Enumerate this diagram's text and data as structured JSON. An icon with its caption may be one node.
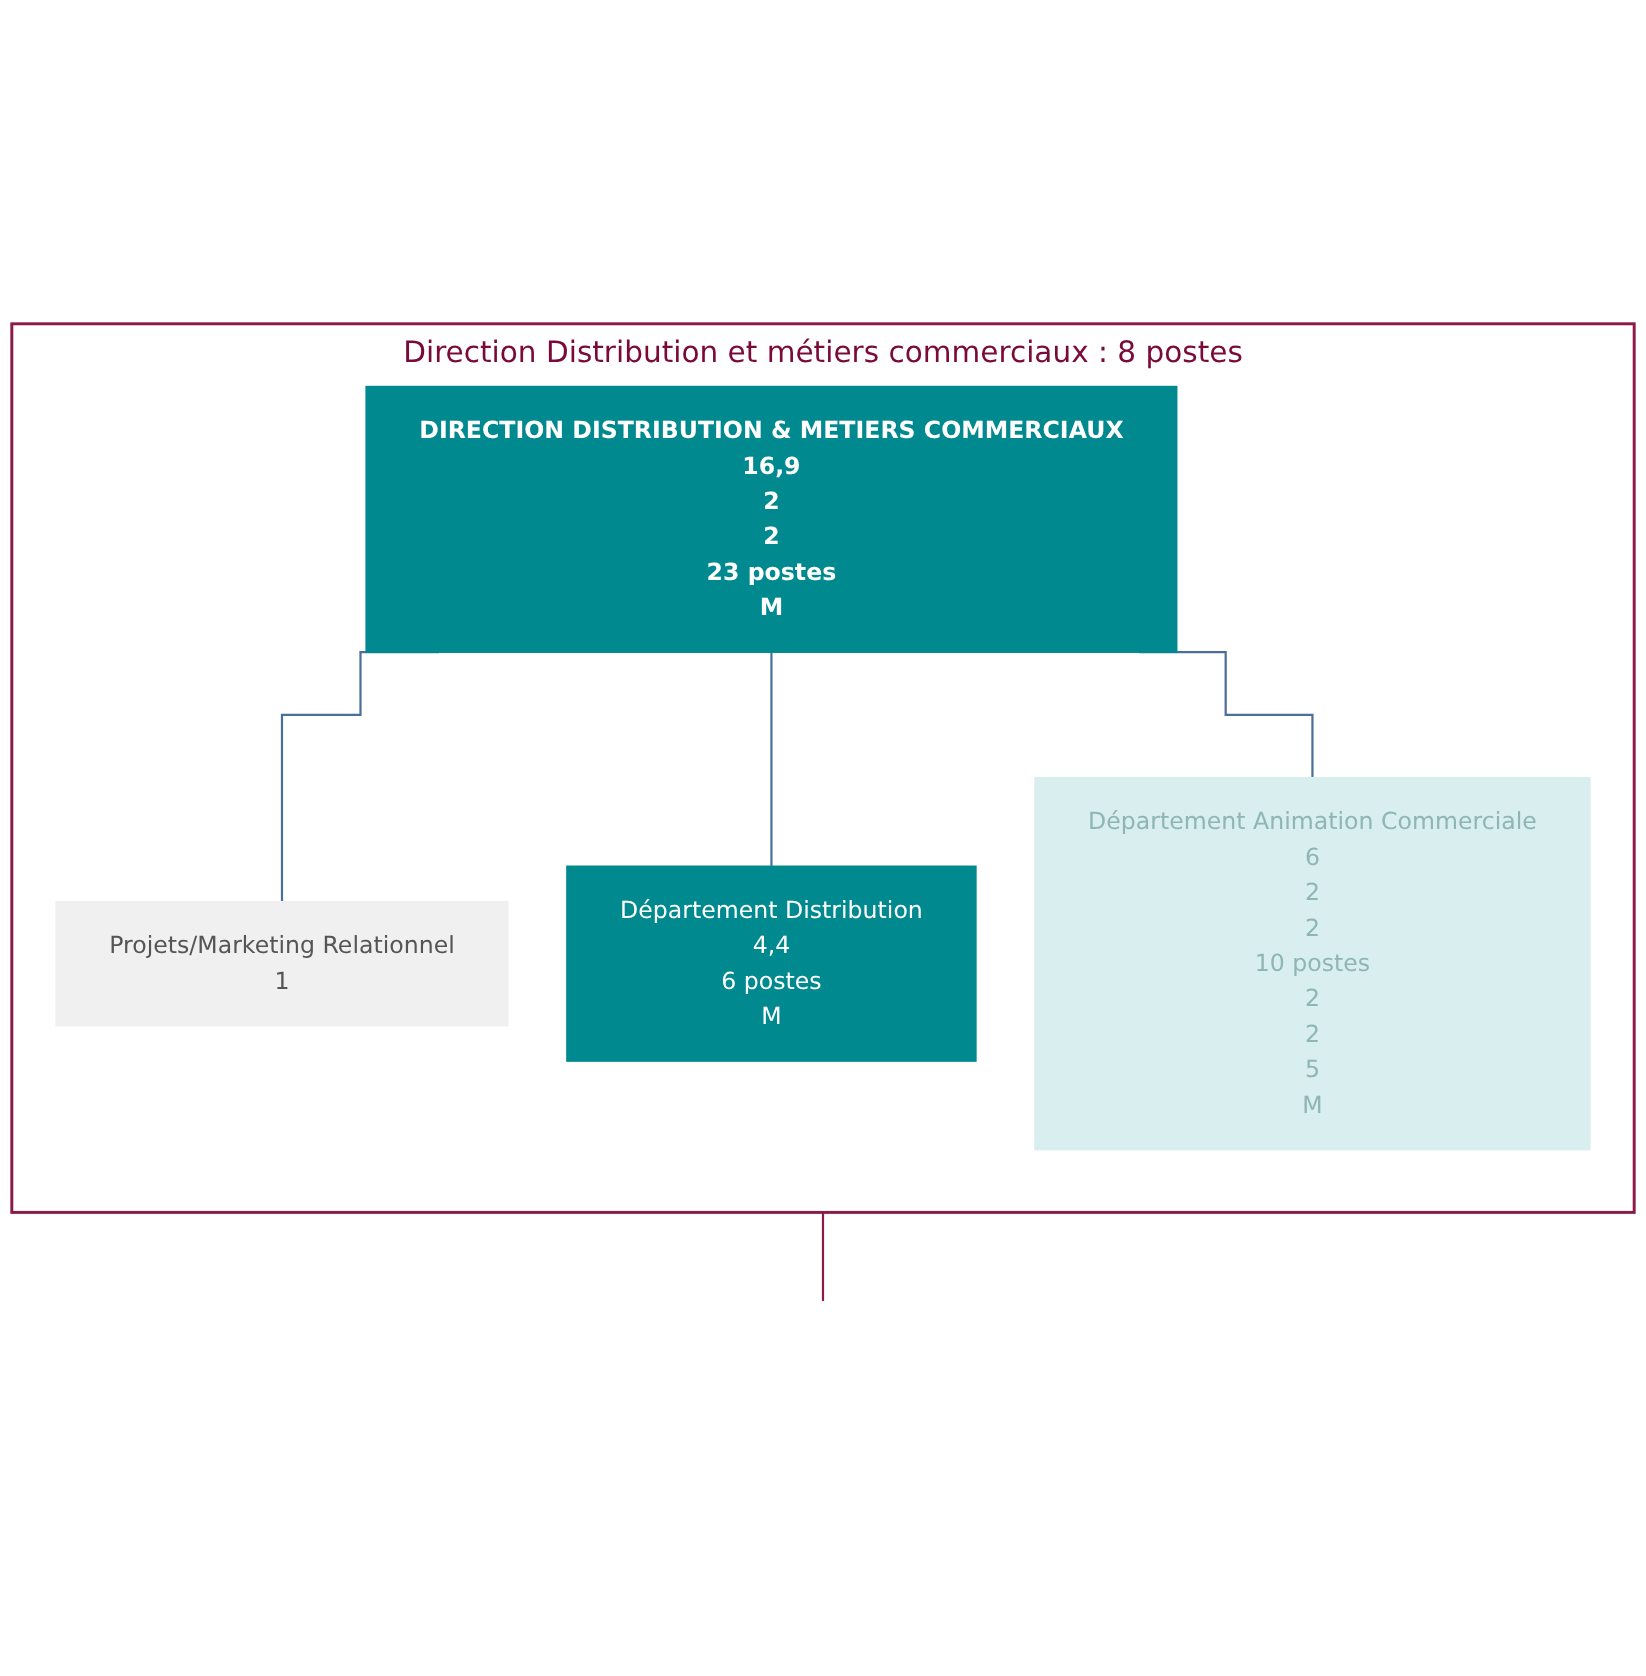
{
  "diagram": {
    "nodes": [
      {
        "text": [
          "Direction Distribution et métiers commerciaux : 8 postes"
        ]
      },
      {
        "text": [
          "DIRECTION DISTRIBUTION & METIERS COMMERCIAUX",
          "16,9",
          "2",
          "2",
          "23 postes",
          "M"
        ],
        "in": 0
      },
      {
        "text": [
          "Projets/Marketing Relationnel",
          "1"
        ],
        "in": 0
      },
      {
        "text": [
          "Département Distribution",
          "4,4",
          "6 postes",
          "M"
        ],
        "in": 0
      },
      {
        "text": [
          "Département Animation Commerciale",
          "6",
          "2",
          "2",
          "10 postes",
          "2",
          "2",
          "5",
          "M"
        ],
        "in": 0
      }
    ],
    "edges": [
      {
        "from": 1,
        "to": 2,
        "arrow": "none"
      },
      {
        "from": 1,
        "to": 3,
        "arrow": "none"
      },
      {
        "from": 1,
        "to": 4,
        "arrow": "none"
      },
      {
        "from": 0,
        "to": null,
        "arrow": "none"
      }
    ]
  }
}
